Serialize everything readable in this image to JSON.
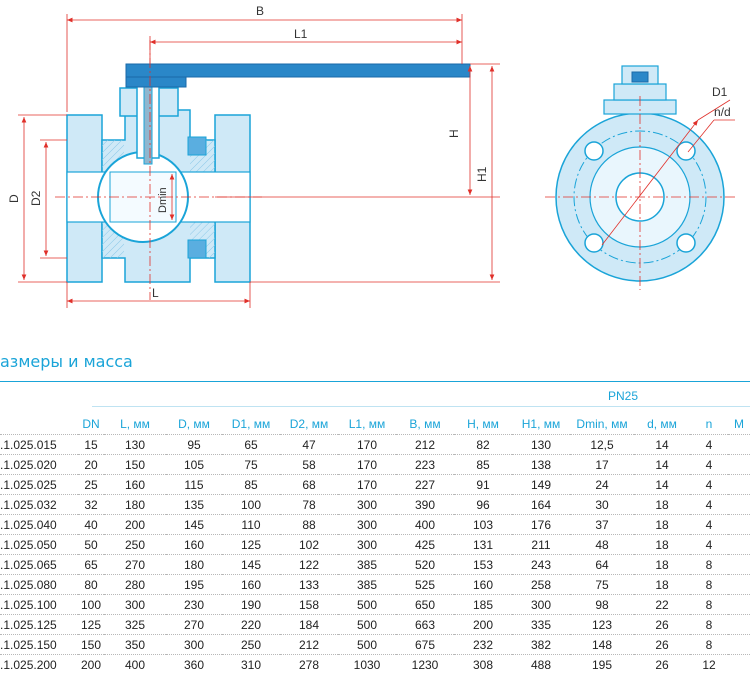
{
  "drawing": {
    "labels": {
      "B": "B",
      "L1": "L1",
      "L": "L",
      "H": "H",
      "H1": "H1",
      "D": "D",
      "D2": "D2",
      "Dmin": "Dmin",
      "D1": "D1",
      "nd": "n/d"
    }
  },
  "section_title": "азмеры и масса",
  "pn_label": "PN25",
  "table": {
    "headers": [
      "",
      "DN",
      "L, мм",
      "D, мм",
      "D1, мм",
      "D2, мм",
      "L1, мм",
      "B, мм",
      "H, мм",
      "H1, мм",
      "Dmin, мм",
      "d, мм",
      "n",
      "M"
    ],
    "rows": [
      [
        ".1.025.015",
        "15",
        "130",
        "95",
        "65",
        "47",
        "170",
        "212",
        "82",
        "130",
        "12,5",
        "14",
        "4",
        ""
      ],
      [
        ".1.025.020",
        "20",
        "150",
        "105",
        "75",
        "58",
        "170",
        "223",
        "85",
        "138",
        "17",
        "14",
        "4",
        ""
      ],
      [
        ".1.025.025",
        "25",
        "160",
        "115",
        "85",
        "68",
        "170",
        "227",
        "91",
        "149",
        "24",
        "14",
        "4",
        ""
      ],
      [
        ".1.025.032",
        "32",
        "180",
        "135",
        "100",
        "78",
        "300",
        "390",
        "96",
        "164",
        "30",
        "18",
        "4",
        ""
      ],
      [
        ".1.025.040",
        "40",
        "200",
        "145",
        "110",
        "88",
        "300",
        "400",
        "103",
        "176",
        "37",
        "18",
        "4",
        ""
      ],
      [
        ".1.025.050",
        "50",
        "250",
        "160",
        "125",
        "102",
        "300",
        "425",
        "131",
        "211",
        "48",
        "18",
        "4",
        ""
      ],
      [
        ".1.025.065",
        "65",
        "270",
        "180",
        "145",
        "122",
        "385",
        "520",
        "153",
        "243",
        "64",
        "18",
        "8",
        ""
      ],
      [
        ".1.025.080",
        "80",
        "280",
        "195",
        "160",
        "133",
        "385",
        "525",
        "160",
        "258",
        "75",
        "18",
        "8",
        ""
      ],
      [
        ".1.025.100",
        "100",
        "300",
        "230",
        "190",
        "158",
        "500",
        "650",
        "185",
        "300",
        "98",
        "22",
        "8",
        ""
      ],
      [
        ".1.025.125",
        "125",
        "325",
        "270",
        "220",
        "184",
        "500",
        "663",
        "200",
        "335",
        "123",
        "26",
        "8",
        ""
      ],
      [
        ".1.025.150",
        "150",
        "350",
        "300",
        "250",
        "212",
        "500",
        "675",
        "232",
        "382",
        "148",
        "26",
        "8",
        ""
      ],
      [
        ".1.025.200",
        "200",
        "400",
        "360",
        "310",
        "278",
        "1030",
        "1230",
        "308",
        "488",
        "195",
        "26",
        "12",
        ""
      ]
    ]
  },
  "colors": {
    "accent": "#1aa4d8",
    "body_fill": "#cfe9f7",
    "handle": "#2a87c8",
    "dim_line": "#e0302a"
  }
}
